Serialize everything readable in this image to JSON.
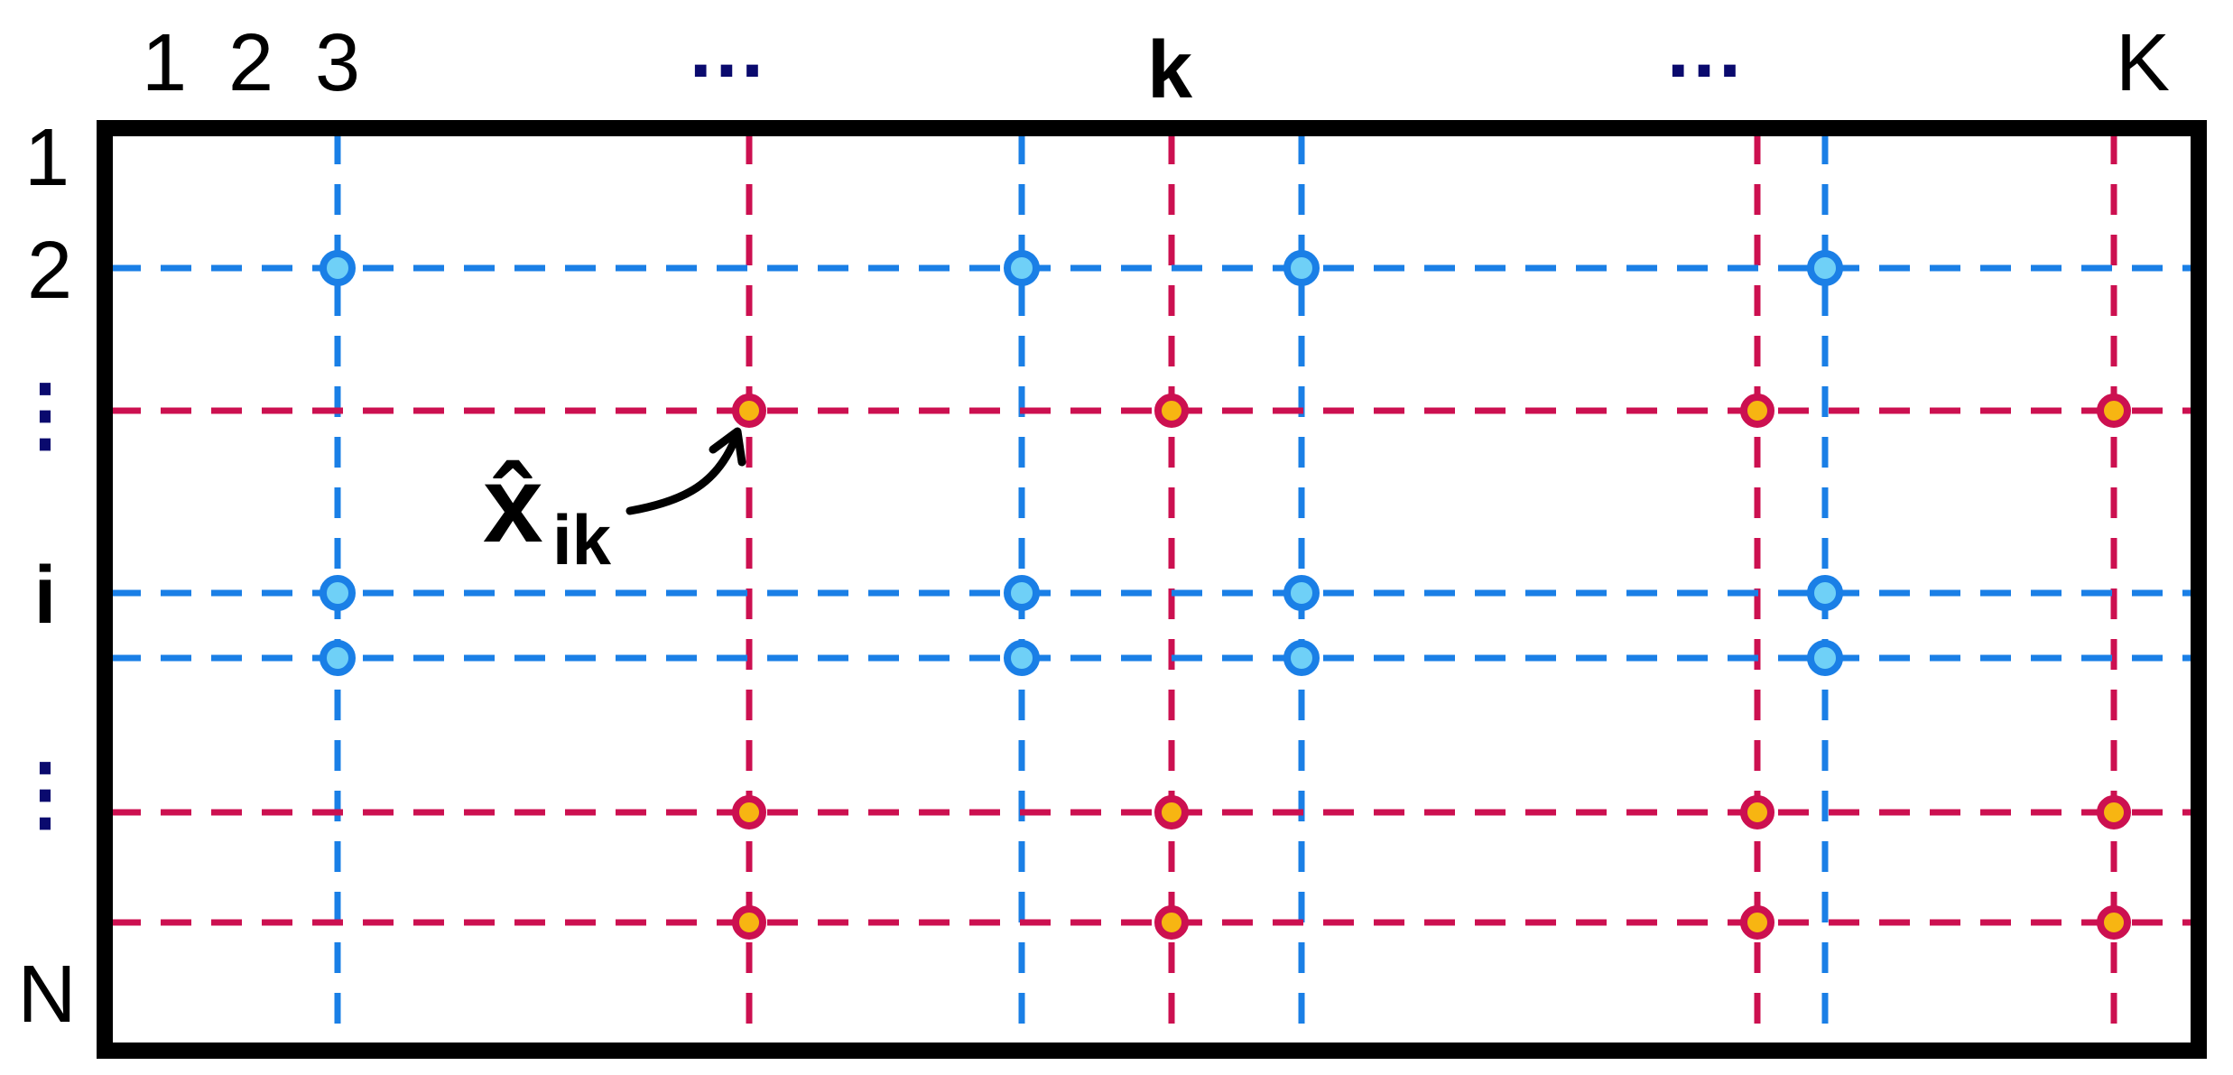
{
  "matrix": {
    "column_labels": [
      {
        "text": "1",
        "bold": false
      },
      {
        "text": "2",
        "bold": false
      },
      {
        "text": "3",
        "bold": false
      },
      {
        "text": "k",
        "bold": true
      },
      {
        "text": "K",
        "bold": false
      }
    ],
    "column_ellipsis": [
      "…",
      "…"
    ],
    "row_labels": [
      {
        "text": "1",
        "bold": false
      },
      {
        "text": "2",
        "bold": false
      },
      {
        "text": "i",
        "bold": true
      },
      {
        "text": "N",
        "bold": false
      }
    ],
    "row_ellipsis": [
      "⋮",
      "⋮"
    ],
    "annotation": {
      "symbol": "x̂",
      "subscript": "ik"
    }
  },
  "colors": {
    "frame": "#000000",
    "blue_line": "#1a7fe6",
    "blue_dot_fill": "#6fd0f7",
    "red_line": "#cc1050",
    "red_dot_fill": "#f7b512",
    "ellipsis": "#0a0a6e"
  }
}
